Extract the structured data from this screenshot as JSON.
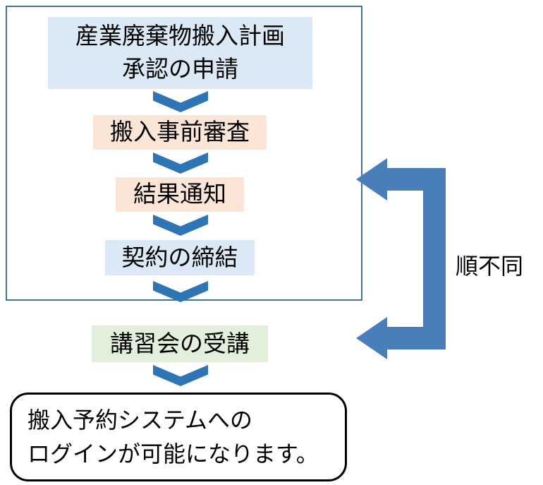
{
  "colors": {
    "light_blue_fill": "#dbe9f7",
    "peach_fill": "#fbe5d6",
    "green_fill": "#e2efda",
    "chevron_blue": "#2e75b6",
    "loop_arrow_blue": "#4a7ebb",
    "group_border_blue": "#41719c"
  },
  "flow": {
    "steps": [
      {
        "label": "産業廃棄物搬入計画\n承認の申請"
      },
      {
        "label": "搬入事前審査"
      },
      {
        "label": "結果通知"
      },
      {
        "label": "契約の締結"
      },
      {
        "label": "講習会の受講"
      }
    ],
    "final_note": "搬入予約システムへの\nログインが可能になります。",
    "annotation": "順不同"
  }
}
